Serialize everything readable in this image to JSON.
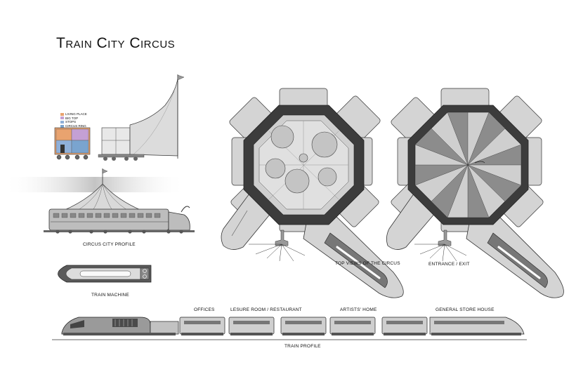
{
  "title": "Train City Circus",
  "legend": [
    {
      "label": "LIVING PLACE",
      "color": "#e9a36f"
    },
    {
      "label": "BIG TOP",
      "color": "#c4a0d4"
    },
    {
      "label": "STOPS",
      "color": "#8fb0d9"
    },
    {
      "label": "CIRCUS RING",
      "color": "#7aa4cf"
    }
  ],
  "labels": {
    "circus_city_profile": "CIRCUS CITY PROFILE",
    "train_machine": "TRAIN MACHINE",
    "top_views": "TOP VIEWS OF THE CIRCUS",
    "entrance_exit": "ENTRANCE / EXIT",
    "train_profile": "TRAIN PROFILE",
    "offices": "OFFICES",
    "leisure_room": "LESURE ROOM / RESTAURANT",
    "artists_home": "ARTISTS' HOME",
    "general_store": "GENERAL STORE HOUSE"
  },
  "colors": {
    "line": "#333333",
    "fill_light": "#e3e3e3",
    "fill_mid": "#b5b5b5",
    "fill_dark": "#5a5a5a",
    "slice_dark": "#8c8c8c"
  }
}
